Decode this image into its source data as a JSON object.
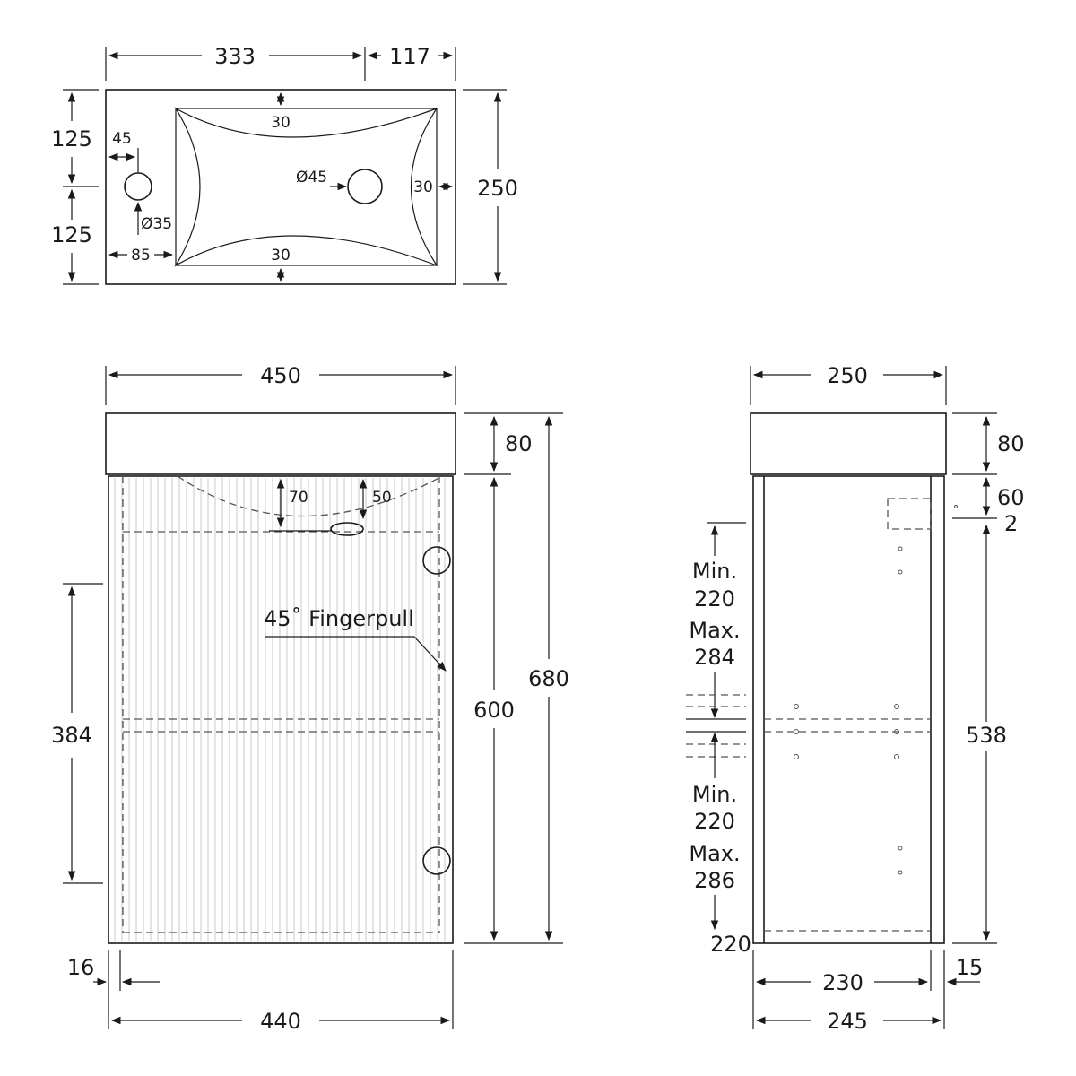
{
  "basin_plan": {
    "overall_width_left": "333",
    "overall_width_right": "117",
    "depth_total": "250",
    "depth_upper": "125",
    "depth_lower": "125",
    "tap_hole_offset": "45",
    "tap_hole_diameter": "Ø35",
    "bowl_offset": "85",
    "bowl_rim_top": "30",
    "bowl_rim_bottom": "30",
    "bowl_rim_right": "30",
    "waste_diameter": "Ø45"
  },
  "front_elevation": {
    "top_width": "450",
    "top_height": "80",
    "cabinet_height": "600",
    "overall_height": "680",
    "waste_drop": "70",
    "waste_rise": "50",
    "hinge_spacing": "384",
    "fingerpull_label": "45˚ Fingerpull",
    "cabinet_width": "440",
    "door_inset": "16"
  },
  "side_elevation": {
    "top_depth": "250",
    "top_height": "80",
    "upper_gap": "60",
    "upper_gap_small": "2",
    "shelf_upper_min_label": "Min.",
    "shelf_upper_min_value": "220",
    "shelf_upper_max_label": "Max.",
    "shelf_upper_max_value": "284",
    "shelf_lower_min_label": "Min.",
    "shelf_lower_min_value": "220",
    "shelf_lower_max_label": "Max.",
    "shelf_lower_max_value": "286",
    "bottom_value": "220",
    "interior_height": "538",
    "inner_depth": "230",
    "door_thickness": "15",
    "cabinet_depth": "245"
  }
}
